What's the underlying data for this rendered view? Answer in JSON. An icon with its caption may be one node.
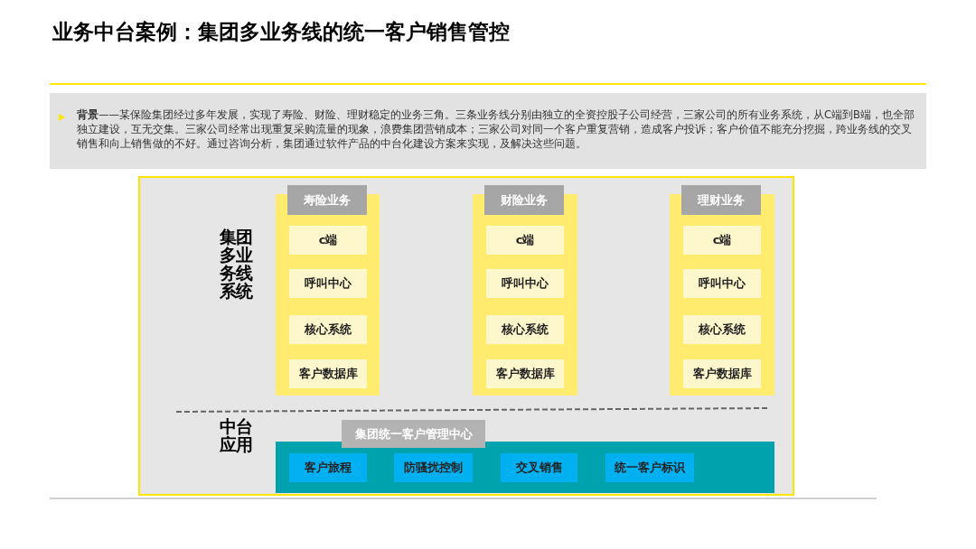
{
  "diagram": {
    "title": "业务中台案例：集团多业务线的统一客户销售管控",
    "nodes": [
      {
        "text": [
          "**背景**——某保险集团经过多年发展，实现了寿险、财险、理财稳定的业务三角。三条业务线分别由独立的全资控股子公司经营，三家公司的所有业务系统，从C端到B端，也全部独立建设，互无交集。三家公司经常出现重复采购流量的现象，浪费集团营销成本；三家公司对同一个客户重复营销，造成客户投诉；客户价值不能充分挖掘，跨业务线的交叉销售和向上销售做的不好。通过咨询分析，集团通过软件产品的中台化建设方案来实现，及解决这些问题。"
        ]
      },
      {
        "text": [
          "寿险业务"
        ]
      },
      {
        "text": [
          "c端"
        ],
        "in": 1
      },
      {
        "text": [
          "呼叫中心"
        ],
        "in": 1
      },
      {
        "text": [
          "核心系统"
        ],
        "in": 1
      },
      {
        "text": [
          "客户数据库"
        ],
        "in": 1
      },
      {
        "text": [
          "财险业务"
        ]
      },
      {
        "text": [
          "c端"
        ],
        "in": 6
      },
      {
        "text": [
          "呼叫中心"
        ],
        "in": 6
      },
      {
        "text": [
          "核心系统"
        ],
        "in": 6
      },
      {
        "text": [
          "客户数据库"
        ],
        "in": 6
      },
      {
        "text": [
          "理财业务"
        ]
      },
      {
        "text": [
          "c端"
        ],
        "in": 11
      },
      {
        "text": [
          "呼叫中心"
        ],
        "in": 11
      },
      {
        "text": [
          "核心系统"
        ],
        "in": 11
      },
      {
        "text": [
          "客户数据库"
        ],
        "in": 11
      },
      {
        "text": [
          "集团统一客户管理中心"
        ]
      },
      {
        "text": [
          "客户旅程"
        ],
        "in": 16
      },
      {
        "text": [
          "防骚扰控制"
        ],
        "in": 16
      },
      {
        "text": [
          "交叉销售"
        ],
        "in": 16
      },
      {
        "text": [
          "统一客户标识"
        ],
        "in": 16
      }
    ],
    "labels": [
      "集团多业务线系统",
      "中台应用"
    ]
  }
}
